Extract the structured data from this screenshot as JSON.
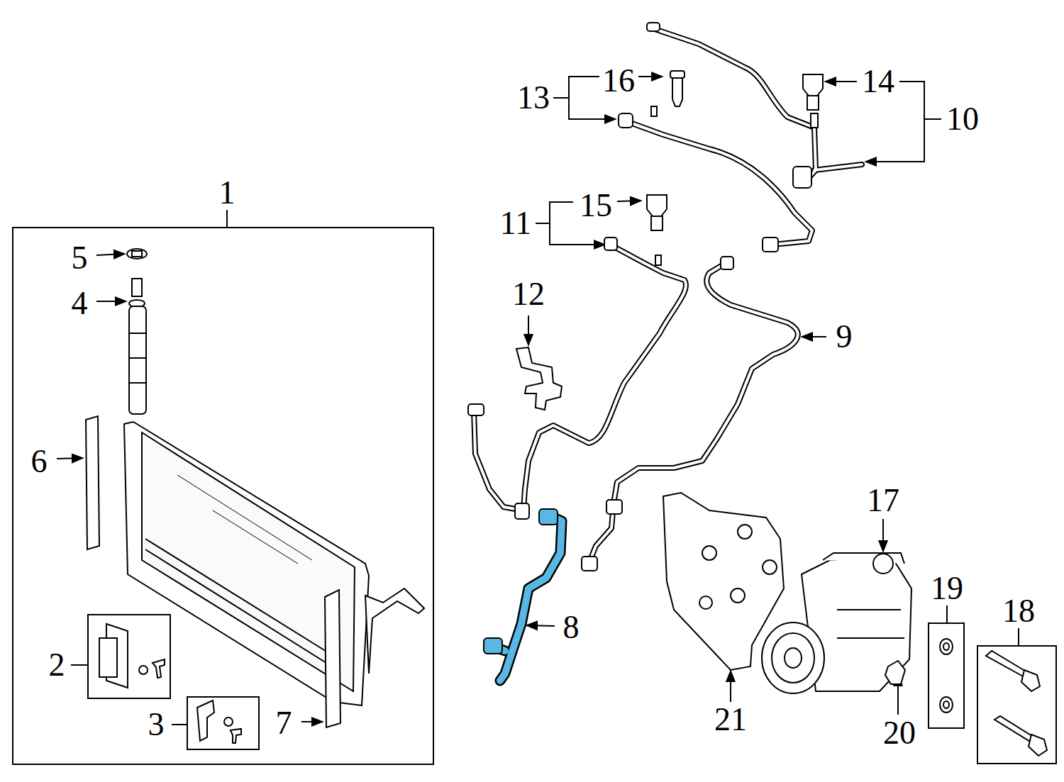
{
  "diagram": {
    "nodes": [
      {
        "text": [
          "1"
        ]
      },
      {
        "text": [
          "2"
        ],
        "in": 0
      },
      {
        "text": [
          "3"
        ],
        "in": 0
      },
      {
        "text": [
          "19"
        ]
      },
      {
        "text": [
          "18"
        ]
      }
    ],
    "labels": [
      "5",
      "4",
      "6",
      "7",
      "12",
      "16",
      "13",
      "14",
      "10",
      "11",
      "15",
      "9",
      "8",
      "17",
      "21",
      "20"
    ]
  }
}
